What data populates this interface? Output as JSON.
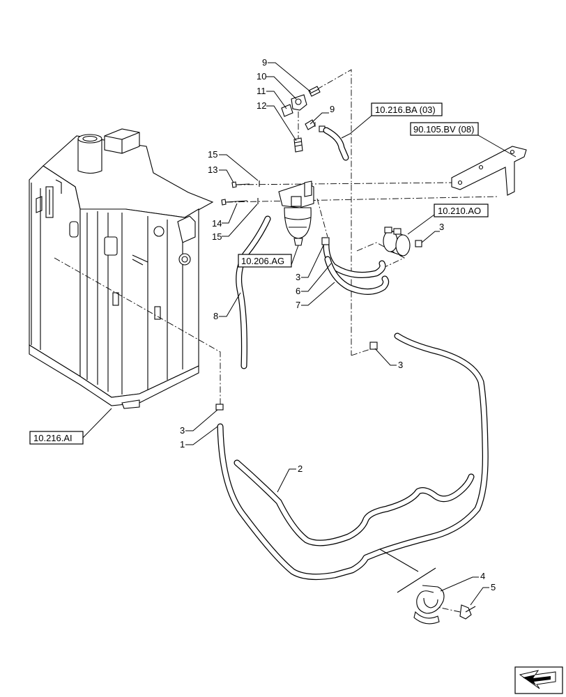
{
  "references": {
    "ref_216_ba": "10.216.BA (03)",
    "ref_105_bv": "90.105.BV (08)",
    "ref_210_ao": "10.210.AO",
    "ref_206_ag": "10.206.AG",
    "ref_216_ai": "10.216.AI"
  },
  "callouts": {
    "c9a": "9",
    "c10": "10",
    "c11": "11",
    "c12": "12",
    "c9b": "9",
    "c15a": "15",
    "c13": "13",
    "c14": "14",
    "c15b": "15",
    "c3a": "3",
    "c6": "6",
    "c7": "7",
    "c3b": "3",
    "c8": "8",
    "c3c": "3",
    "c3d": "3",
    "c1": "1",
    "c2": "2",
    "c4": "4",
    "c5": "5"
  }
}
